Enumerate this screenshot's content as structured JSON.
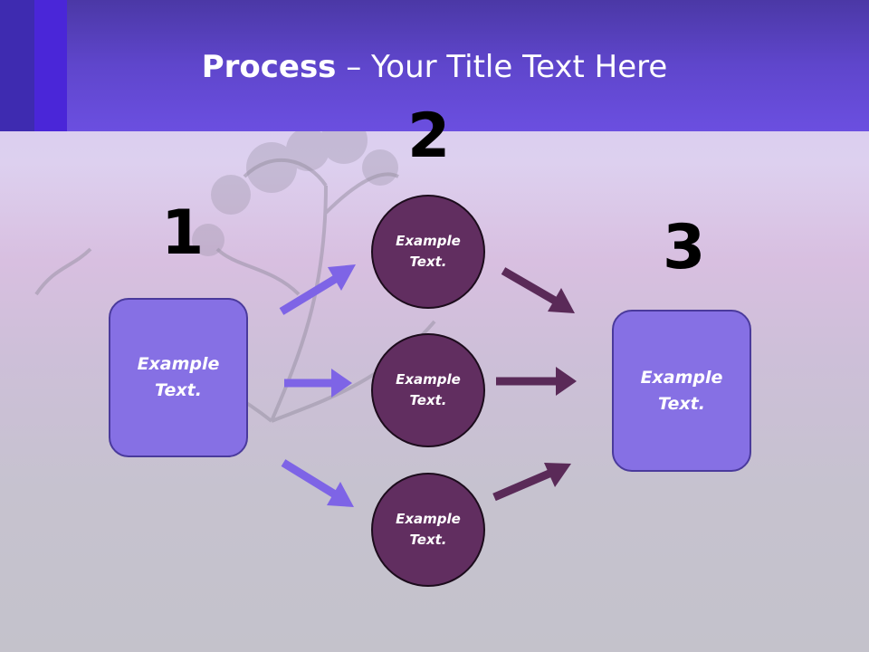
{
  "slide": {
    "title_bold": "Process",
    "title_rest": " – Your Title Text Here"
  },
  "steps": {
    "n1": "1",
    "n2": "2",
    "n3": "3"
  },
  "nodes": {
    "left_box": "Example\nText.",
    "right_box": "Example\nText.",
    "circle_top": "Example\nText.",
    "circle_mid": "Example\nText.",
    "circle_bot": "Example\nText."
  },
  "colors": {
    "header": "#6b4fe0",
    "box_fill": "#8670e4",
    "circle_fill": "#612e60",
    "arrow_left": "#7e64e6",
    "arrow_right": "#5a2a58"
  }
}
